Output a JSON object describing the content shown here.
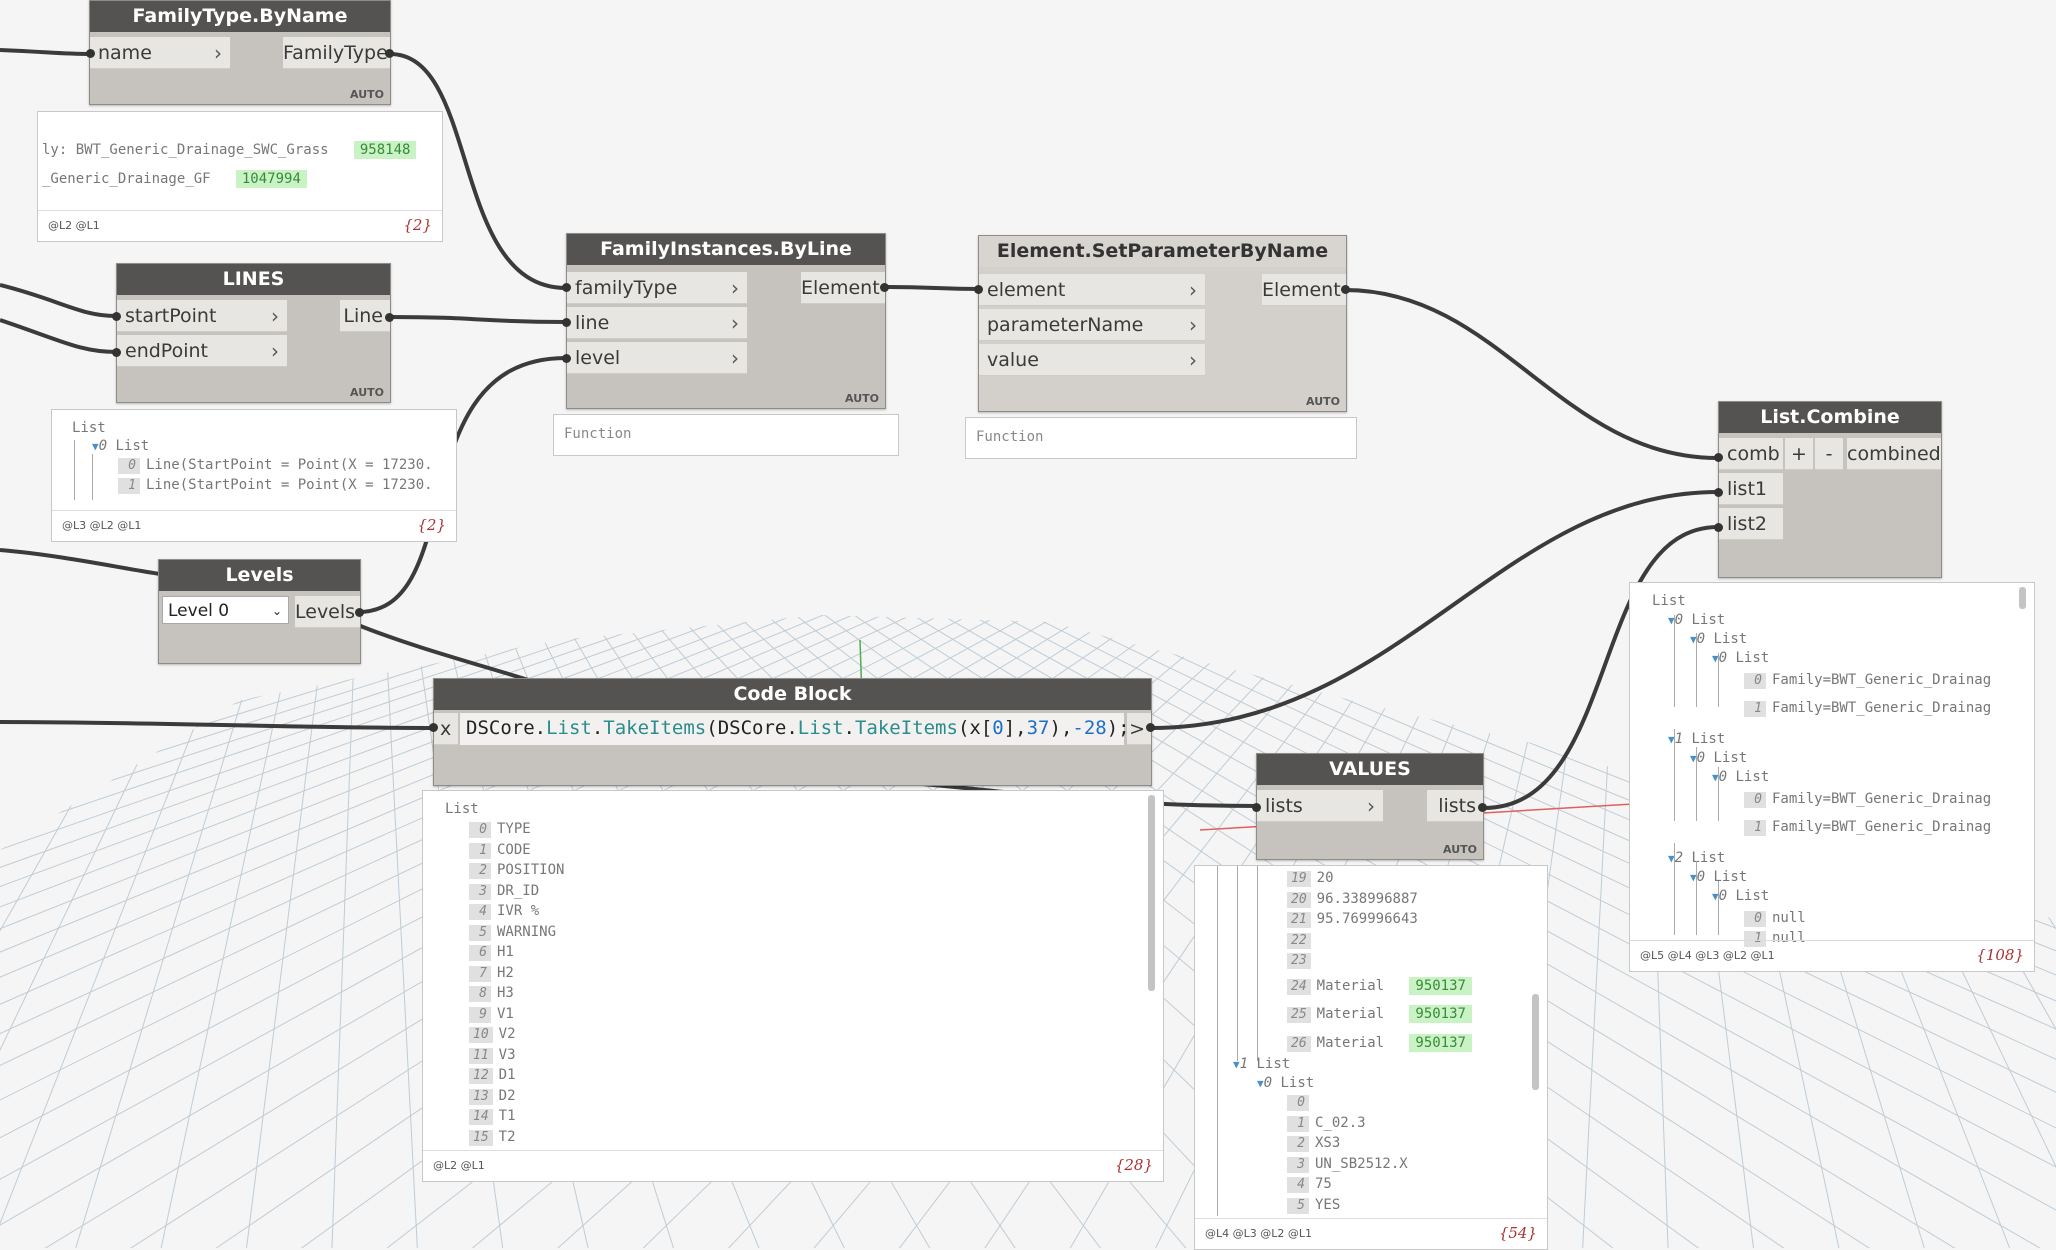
{
  "nodes": {
    "family_type": {
      "title": "FamilyType.ByName",
      "input": "name",
      "output": "FamilyType",
      "lacing": "AUTO"
    },
    "lines": {
      "title": "LINES",
      "inputs": [
        "startPoint",
        "endPoint"
      ],
      "output": "Line",
      "lacing": "AUTO"
    },
    "levels": {
      "title": "Levels",
      "selected": "Level 0",
      "output": "Levels"
    },
    "family_instances": {
      "title": "FamilyInstances.ByLine",
      "inputs": [
        "familyType",
        "line",
        "level"
      ],
      "output": "Element",
      "lacing": "AUTO",
      "preview": "Function"
    },
    "set_param": {
      "title": "Element.SetParameterByName",
      "inputs": [
        "element",
        "parameterName",
        "value"
      ],
      "output": "Element",
      "lacing": "AUTO",
      "preview": "Function"
    },
    "list_combine": {
      "title": "List.Combine",
      "inputs": [
        "comb",
        "list1",
        "list2"
      ],
      "plus": "+",
      "minus": "-",
      "output": "combined"
    },
    "code_block": {
      "title": "Code Block",
      "input": "x",
      "output": ">"
    },
    "values": {
      "title": "VALUES",
      "input": "lists",
      "output": "lists",
      "lacing": "AUTO"
    }
  },
  "previews": {
    "family_type": {
      "rows": [
        {
          "text": "ly: BWT_Generic_Drainage_SWC_Grass",
          "id": "958148"
        },
        {
          "text": "_Generic_Drainage_GF",
          "id": "1047994"
        }
      ],
      "levels": "@L2 @L1",
      "count": "{2}"
    },
    "lines": {
      "root": "List",
      "sub_idx": "0",
      "sub": "List",
      "rows": [
        {
          "i": "0",
          "text": "Line(StartPoint = Point(X = 17230."
        },
        {
          "i": "1",
          "text": "Line(StartPoint = Point(X = 17230."
        }
      ],
      "levels": "@L3 @L2 @L1",
      "count": "{2}"
    },
    "code_block": {
      "root": "List",
      "items": [
        "TYPE",
        "CODE",
        "POSITION",
        "DR_ID",
        "IVR %",
        "WARNING",
        "H1",
        "H2",
        "H3",
        "V1",
        "V2",
        "V3",
        "D1",
        "D2",
        "T1",
        "T2"
      ],
      "levels": "@L2 @L1",
      "count": "{28}"
    },
    "values": {
      "rows_a": [
        {
          "i": "19",
          "text": "20"
        },
        {
          "i": "20",
          "text": "96.338996887"
        },
        {
          "i": "21",
          "text": "95.769996643"
        },
        {
          "i": "22",
          "text": ""
        },
        {
          "i": "23",
          "text": ""
        }
      ],
      "rows_mat": [
        {
          "i": "24",
          "text": "Material",
          "id": "950137"
        },
        {
          "i": "25",
          "text": "Material",
          "id": "950137"
        },
        {
          "i": "26",
          "text": "Material",
          "id": "950137"
        }
      ],
      "list1_idx": "1",
      "list1": "List",
      "list10_idx": "0",
      "list10": "List",
      "rows_b": [
        {
          "i": "0",
          "text": ""
        },
        {
          "i": "1",
          "text": "C_02.3"
        },
        {
          "i": "2",
          "text": "XS3"
        },
        {
          "i": "3",
          "text": "UN_SB2512.X"
        },
        {
          "i": "4",
          "text": "75"
        },
        {
          "i": "5",
          "text": "YES"
        }
      ],
      "levels": "@L4 @L3 @L2 @L1",
      "count": "{54}"
    },
    "list_combine": {
      "root": "List",
      "groups": [
        {
          "idx": "0",
          "label": "List",
          "sub_idx": "0",
          "sub": "List",
          "subsub_idx": "0",
          "subsub": "List",
          "items": [
            {
              "i": "0",
              "text": "Family=BWT_Generic_Drainag"
            },
            {
              "i": "1",
              "text": "Family=BWT_Generic_Drainag"
            }
          ]
        },
        {
          "idx": "1",
          "label": "List",
          "sub_idx": "0",
          "sub": "List",
          "subsub_idx": "0",
          "subsub": "List",
          "items": [
            {
              "i": "0",
              "text": "Family=BWT_Generic_Drainag"
            },
            {
              "i": "1",
              "text": "Family=BWT_Generic_Drainag"
            }
          ]
        },
        {
          "idx": "2",
          "label": "List",
          "sub_idx": "0",
          "sub": "List",
          "subsub_idx": "0",
          "subsub": "List",
          "items": [
            {
              "i": "0",
              "text": "null"
            },
            {
              "i": "1",
              "text": "null"
            }
          ]
        }
      ],
      "levels": "@L5 @L4 @L3 @L2 @L1",
      "count": "{108}"
    }
  },
  "code": {
    "p1": "DSCore.",
    "k1": "List",
    "p2": ".",
    "k2": "TakeItems",
    "p3": "(DSCore.",
    "k3": "List",
    "p4": ".",
    "k4": "TakeItems",
    "p5": "(x[",
    "n1": "0",
    "p6": "],",
    "n2": "37",
    "p7": "),",
    "n3": "-28",
    "p8": ");"
  },
  "icons": {
    "chevron": "chevron-right-icon",
    "dropdown": "chevron-down-icon",
    "expand": "triangle-down-icon"
  }
}
